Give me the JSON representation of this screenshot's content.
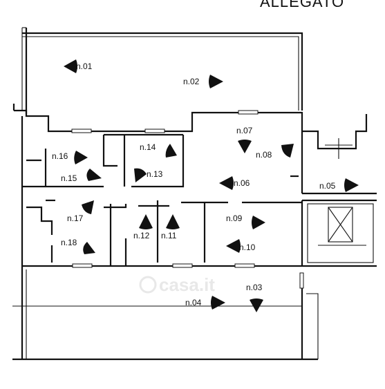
{
  "title": "ALLEGATO",
  "watermark": "casa.it",
  "viewpoints": [
    {
      "id": "n01",
      "label": "n.01",
      "dir": "left"
    },
    {
      "id": "n02",
      "label": "n.02",
      "dir": "right"
    },
    {
      "id": "n03",
      "label": "n.03",
      "dir": "down"
    },
    {
      "id": "n04",
      "label": "n.04",
      "dir": "right"
    },
    {
      "id": "n05",
      "label": "n.05",
      "dir": "right"
    },
    {
      "id": "n06",
      "label": "n.06",
      "dir": "left"
    },
    {
      "id": "n07",
      "label": "n.07",
      "dir": "down"
    },
    {
      "id": "n08",
      "label": "n.08",
      "dir": "up-right"
    },
    {
      "id": "n09",
      "label": "n.09",
      "dir": "right"
    },
    {
      "id": "n10",
      "label": "n.10",
      "dir": "left"
    },
    {
      "id": "n11",
      "label": "n.11",
      "dir": "up"
    },
    {
      "id": "n12",
      "label": "n.12",
      "dir": "up"
    },
    {
      "id": "n13",
      "label": "n.13",
      "dir": "down-left"
    },
    {
      "id": "n14",
      "label": "n.14",
      "dir": "right"
    },
    {
      "id": "n15",
      "label": "n.15",
      "dir": "right"
    },
    {
      "id": "n16",
      "label": "n.16",
      "dir": "right"
    },
    {
      "id": "n17",
      "label": "n.17",
      "dir": "up-right"
    },
    {
      "id": "n18",
      "label": "n.18",
      "dir": "down-right"
    }
  ]
}
